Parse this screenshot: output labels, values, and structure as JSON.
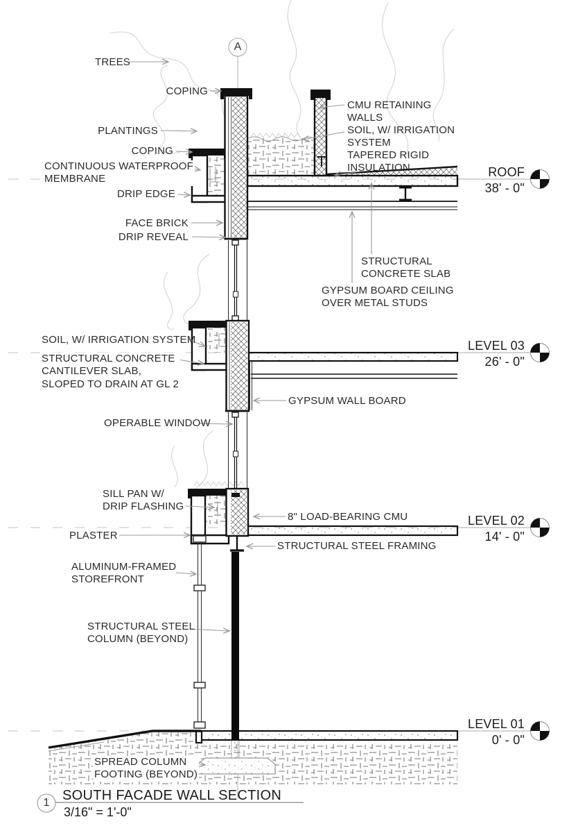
{
  "drawing": {
    "grid_marker": "A",
    "view_number": "1",
    "title": "SOUTH FACADE WALL SECTION",
    "scale": "3/16\" = 1'-0\"",
    "levels": [
      {
        "name": "ROOF",
        "elevation": "38' - 0\""
      },
      {
        "name": "LEVEL 03",
        "elevation": "26' - 0\""
      },
      {
        "name": "LEVEL 02",
        "elevation": "14' - 0\""
      },
      {
        "name": "LEVEL 01",
        "elevation": "0' - 0\""
      }
    ],
    "annotations": {
      "trees": "TREES",
      "coping_top": "COPING",
      "plantings": "PLANTINGS",
      "coping_mid": "COPING",
      "waterproof_membrane": "CONTINUOUS WATERPROOF\nMEMBRANE",
      "drip_edge": "DRIP EDGE",
      "face_brick": "FACE BRICK",
      "drip_reveal": "DRIP REVEAL",
      "cmu_retaining": "CMU RETAINING\nWALLS",
      "soil_irrigation_roof": "SOIL, W/ IRRIGATION\nSYSTEM",
      "tapered_insulation": "TAPERED RIGID\nINSULATION",
      "structural_slab": "STRUCTURAL\nCONCRETE SLAB",
      "gypsum_ceiling": "GYPSUM BOARD CEILING\nOVER METAL STUDS",
      "soil_irrigation_l3": "SOIL, W/ IRRIGATION SYSTEM",
      "cantilever_slab": "STRUCTURAL CONCRETE\nCANTILEVER SLAB,\nSLOPED TO DRAIN AT GL 2",
      "gypsum_wall_board": "GYPSUM WALL BOARD",
      "operable_window": "OPERABLE WINDOW",
      "sill_pan": "SILL PAN W/\nDRIP FLASHING",
      "load_bearing_cmu": "8\" LOAD-BEARING CMU",
      "plaster": "PLASTER",
      "steel_framing": "STRUCTURAL STEEL FRAMING",
      "storefront": "ALUMINUM-FRAMED\nSTOREFRONT",
      "steel_column": "STRUCTURAL STEEL\nCOLUMN (BEYOND)",
      "spread_footing": "SPREAD COLUMN\nFOOTING (BEYOND)"
    }
  }
}
